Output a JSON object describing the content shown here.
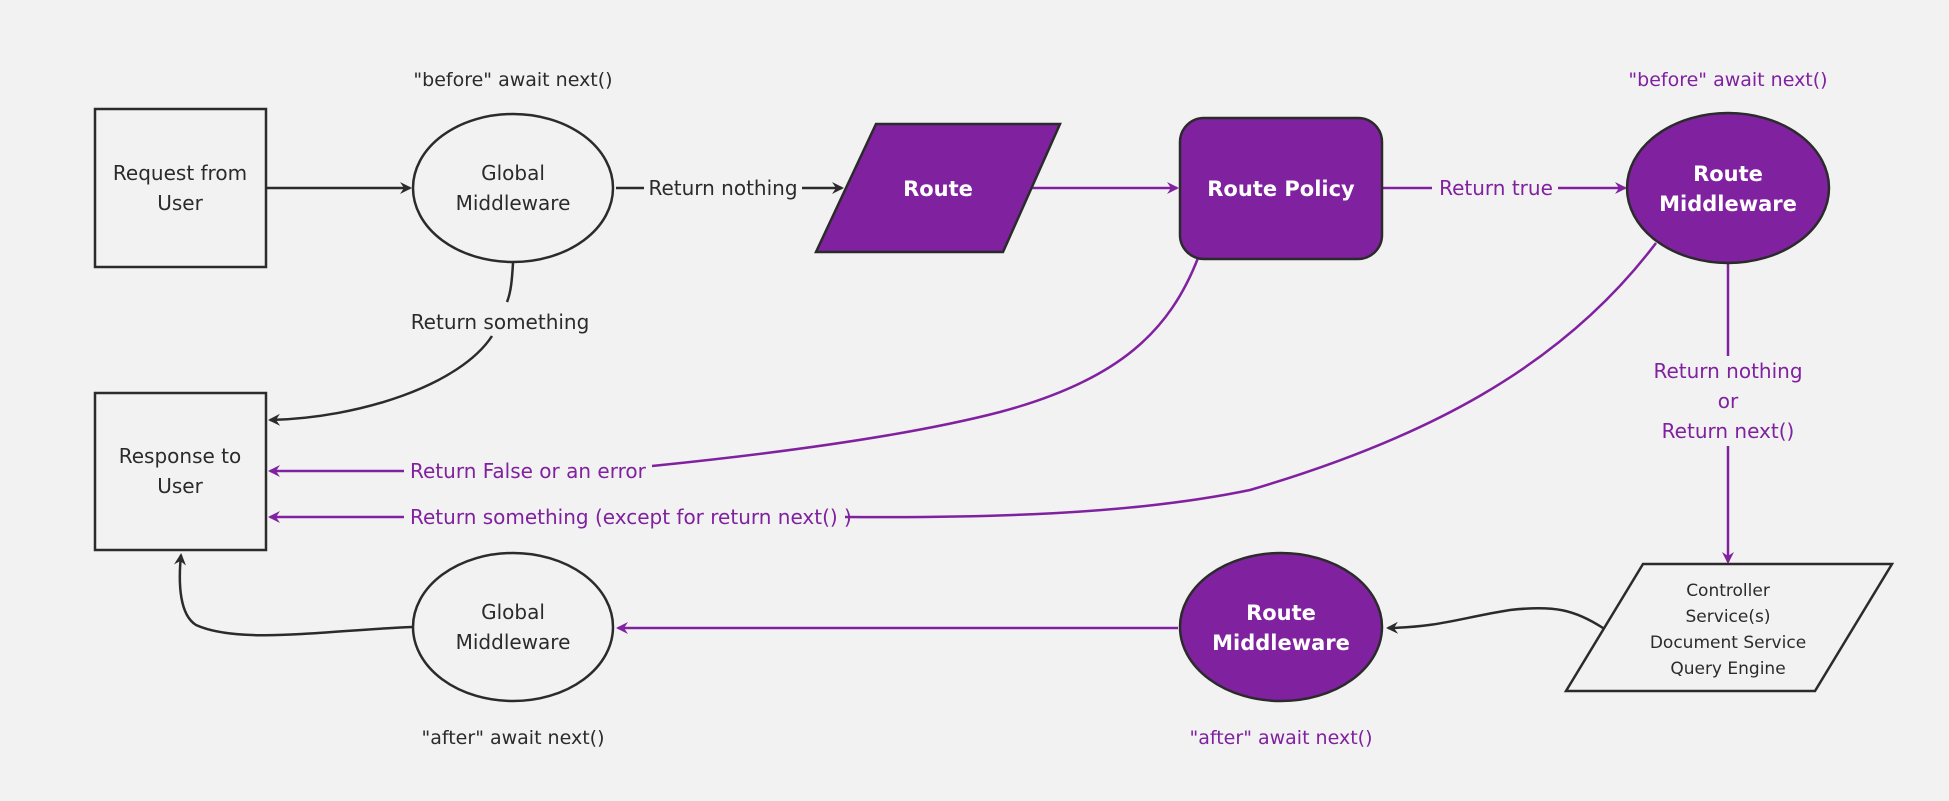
{
  "colors": {
    "background": "#f2f2f2",
    "ink": "#2b2b2b",
    "accent": "#8021a0"
  },
  "nodes": {
    "request": {
      "line1": "Request from",
      "line2": "User"
    },
    "response": {
      "line1": "Response to",
      "line2": "User"
    },
    "global_before": {
      "line1": "Global",
      "line2": "Middleware",
      "caption": "\"before\" await next()"
    },
    "global_after": {
      "line1": "Global",
      "line2": "Middleware",
      "caption": "\"after\" await next()"
    },
    "route": {
      "label": "Route"
    },
    "route_policy": {
      "label": "Route Policy"
    },
    "route_mw_before": {
      "line1": "Route",
      "line2": "Middleware",
      "caption": "\"before\" await next()"
    },
    "route_mw_after": {
      "line1": "Route",
      "line2": "Middleware",
      "caption": "\"after\" await next()"
    },
    "controller": {
      "lines": [
        "Controller",
        "Service(s)",
        "Document Service",
        "Query Engine"
      ]
    }
  },
  "edges": {
    "global_return_nothing": "Return nothing",
    "global_return_something": "Return something",
    "policy_return_true": "Return true",
    "policy_return_false": "Return False or an error",
    "route_mw_return_something": "Return something (except for return next() )",
    "route_mw_next": [
      "Return nothing",
      "or",
      "Return next()"
    ]
  }
}
